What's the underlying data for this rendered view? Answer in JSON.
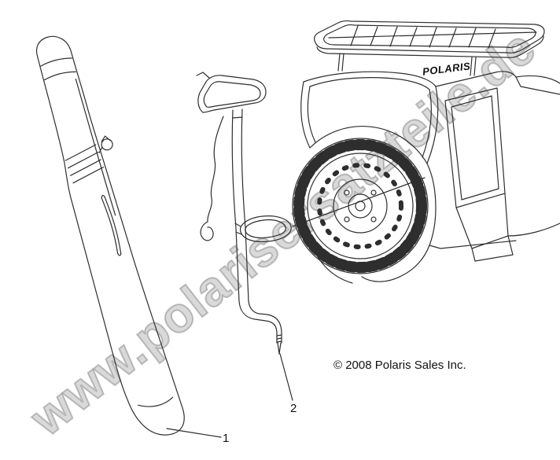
{
  "diagram": {
    "watermark": "www.polarisersatzteile.de",
    "copyright": "© 2008 Polaris Sales Inc.",
    "brand_decal": "POLARIS",
    "callouts": [
      {
        "label": "1"
      },
      {
        "label": "2"
      }
    ]
  }
}
